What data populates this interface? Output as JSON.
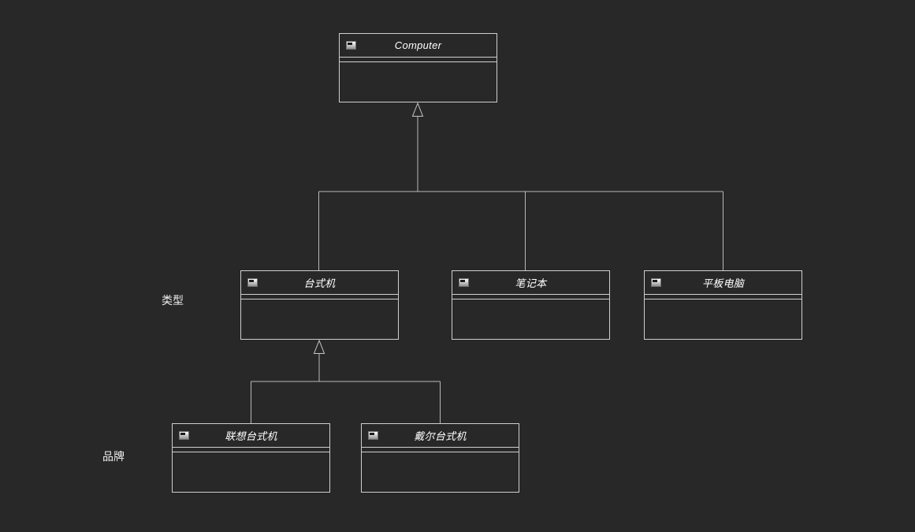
{
  "diagram": {
    "type": "uml-class-diagram",
    "background_color": "#282828",
    "box_border_color": "#cfcfcf",
    "connector_color": "#b9b9b9",
    "class_name_color": "#ffffff",
    "label_color": "#efefef"
  },
  "labels": {
    "type": "类型",
    "brand": "品牌"
  },
  "classes": [
    {
      "name": "Computer"
    },
    {
      "name": "台式机"
    },
    {
      "name": "笔记本"
    },
    {
      "name": "平板电脑"
    },
    {
      "name": "联想台式机"
    },
    {
      "name": "戴尔台式机"
    }
  ],
  "relations": [
    {
      "from": "台式机",
      "to": "Computer",
      "kind": "generalization"
    },
    {
      "from": "笔记本",
      "to": "Computer",
      "kind": "generalization"
    },
    {
      "from": "平板电脑",
      "to": "Computer",
      "kind": "generalization"
    },
    {
      "from": "联想台式机",
      "to": "台式机",
      "kind": "generalization"
    },
    {
      "from": "戴尔台式机",
      "to": "台式机",
      "kind": "generalization"
    }
  ],
  "icons": {
    "class_icon": "class-icon"
  }
}
